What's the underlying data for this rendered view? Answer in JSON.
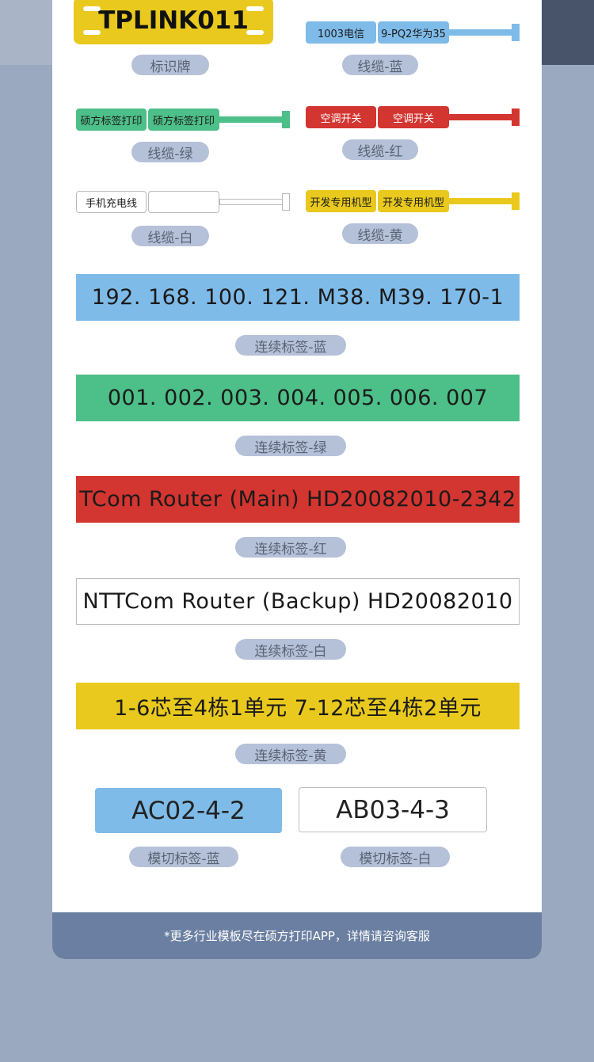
{
  "sign": {
    "text": "TPLINK011",
    "caption": "标识牌"
  },
  "cables": [
    {
      "seg1": "1003电信",
      "seg2": "9-PQ2华为35",
      "caption": "线缆-蓝",
      "color": "#7fbbe8"
    },
    {
      "seg1": "硕方标签打印",
      "seg2": "硕方标签打印",
      "caption": "线缆-绿",
      "color": "#4dbf88"
    },
    {
      "seg1": "空调开关",
      "seg2": "空调开关",
      "caption": "线缆-红",
      "color": "#d33530"
    },
    {
      "seg1": "手机充电线",
      "seg2": "",
      "caption": "线缆-白",
      "color": "#ffffff"
    },
    {
      "seg1": "开发专用机型",
      "seg2": "开发专用机型",
      "caption": "线缆-黄",
      "color": "#e9c91d"
    }
  ],
  "continuous": [
    {
      "text": "192. 168. 100. 121.  M38.  M39. 170-1",
      "caption": "连续标签-蓝",
      "color": "#7fbbe8"
    },
    {
      "text": "001.  002.  003.  004.  005.  006.  007",
      "caption": "连续标签-绿",
      "color": "#4dbf88"
    },
    {
      "text": "TCom  Router (Main)  HD20082010-2342",
      "caption": "连续标签-红",
      "color": "#d33530"
    },
    {
      "text": "NTTCom  Router (Backup) HD20082010",
      "caption": "连续标签-白",
      "color": "#ffffff"
    },
    {
      "text": "1-6芯至4栋1单元      7-12芯至4栋2单元",
      "caption": "连续标签-黄",
      "color": "#e9c91d"
    }
  ],
  "diecut": [
    {
      "text": "AC02-4-2",
      "caption": "模切标签-蓝",
      "color": "#7fbbe8"
    },
    {
      "text": "AB03-4-3",
      "caption": "模切标签-白",
      "color": "#ffffff"
    }
  ],
  "footer": {
    "text": "*更多行业模板尽在硕方打印APP，详情请咨询客服"
  }
}
